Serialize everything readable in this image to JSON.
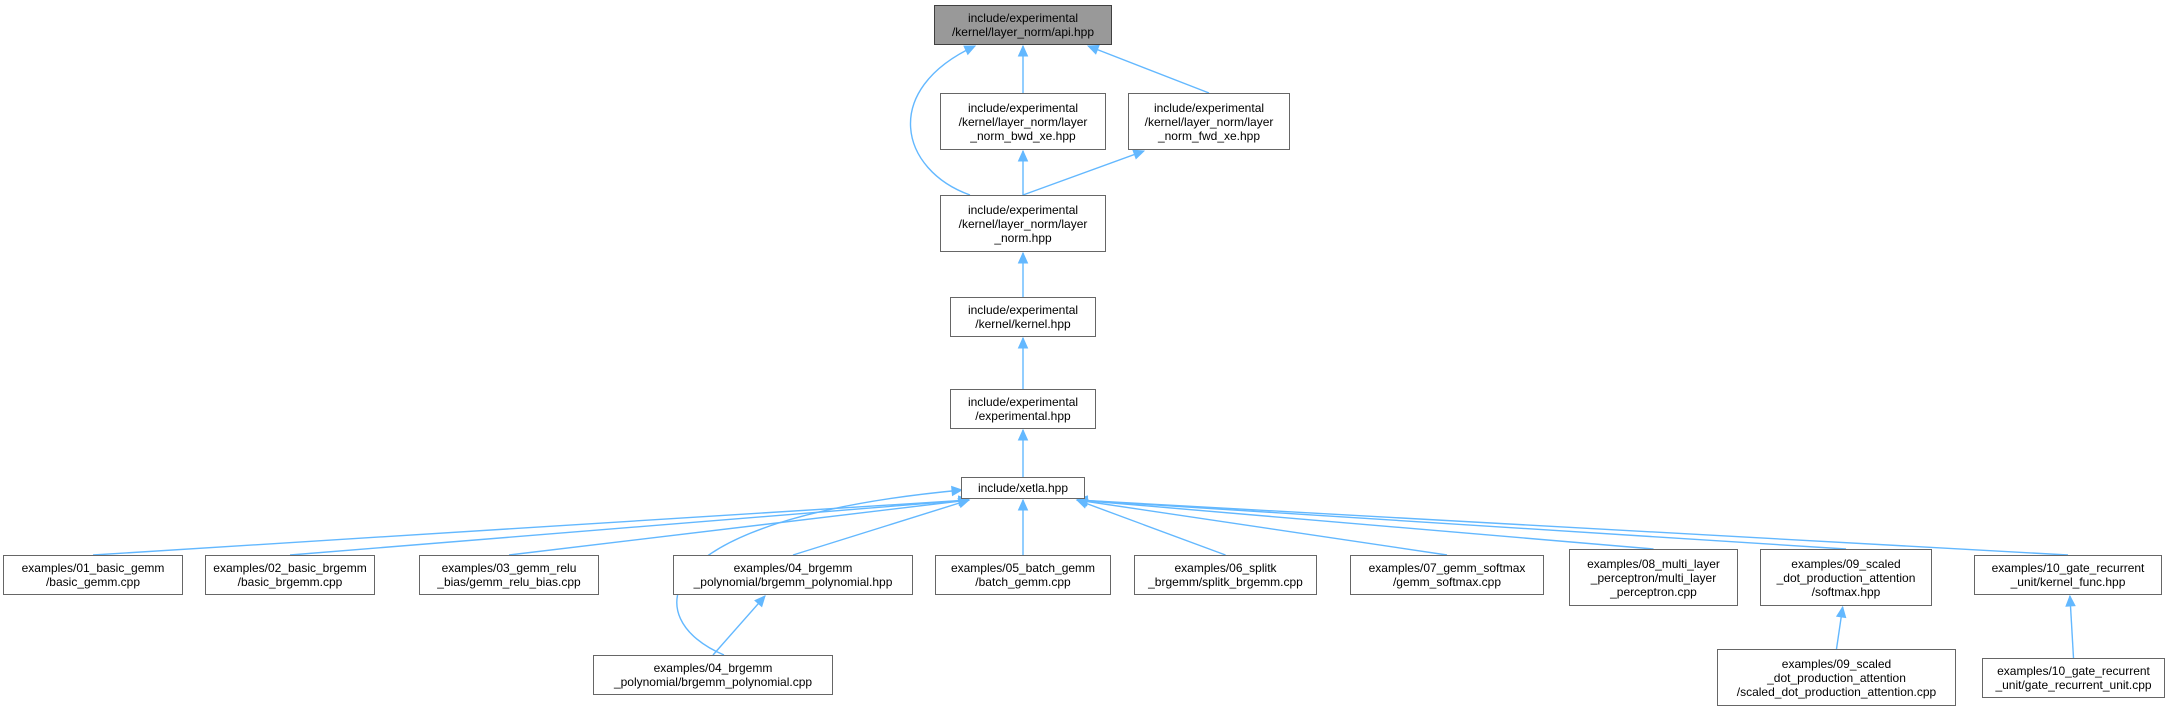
{
  "graph": {
    "colors": {
      "edge": "#63b8ff",
      "node_border": "#666666",
      "root_fill": "#999999"
    },
    "nodes": [
      {
        "id": "api",
        "lines": [
          "include/experimental",
          "/kernel/layer_norm/api.hpp"
        ],
        "root": true
      },
      {
        "id": "bwd",
        "lines": [
          "include/experimental",
          "/kernel/layer_norm/layer",
          "_norm_bwd_xe.hpp"
        ]
      },
      {
        "id": "fwd",
        "lines": [
          "include/experimental",
          "/kernel/layer_norm/layer",
          "_norm_fwd_xe.hpp"
        ]
      },
      {
        "id": "ln",
        "lines": [
          "include/experimental",
          "/kernel/layer_norm/layer",
          "_norm.hpp"
        ]
      },
      {
        "id": "kernel",
        "lines": [
          "include/experimental",
          "/kernel/kernel.hpp"
        ]
      },
      {
        "id": "exp",
        "lines": [
          "include/experimental",
          "/experimental.hpp"
        ]
      },
      {
        "id": "xetla",
        "lines": [
          "include/xetla.hpp"
        ]
      },
      {
        "id": "ex01",
        "lines": [
          "examples/01_basic_gemm",
          "/basic_gemm.cpp"
        ]
      },
      {
        "id": "ex02",
        "lines": [
          "examples/02_basic_brgemm",
          "/basic_brgemm.cpp"
        ]
      },
      {
        "id": "ex03",
        "lines": [
          "examples/03_gemm_relu",
          "_bias/gemm_relu_bias.cpp"
        ]
      },
      {
        "id": "ex04h",
        "lines": [
          "examples/04_brgemm",
          "_polynomial/brgemm_polynomial.hpp"
        ]
      },
      {
        "id": "ex05",
        "lines": [
          "examples/05_batch_gemm",
          "/batch_gemm.cpp"
        ]
      },
      {
        "id": "ex06",
        "lines": [
          "examples/06_splitk",
          "_brgemm/splitk_brgemm.cpp"
        ]
      },
      {
        "id": "ex07",
        "lines": [
          "examples/07_gemm_softmax",
          "/gemm_softmax.cpp"
        ]
      },
      {
        "id": "ex08",
        "lines": [
          "examples/08_multi_layer",
          "_perceptron/multi_layer",
          "_perceptron.cpp"
        ]
      },
      {
        "id": "ex09h",
        "lines": [
          "examples/09_scaled",
          "_dot_production_attention",
          "/softmax.hpp"
        ]
      },
      {
        "id": "ex10h",
        "lines": [
          "examples/10_gate_recurrent",
          "_unit/kernel_func.hpp"
        ]
      },
      {
        "id": "ex04c",
        "lines": [
          "examples/04_brgemm",
          "_polynomial/brgemm_polynomial.cpp"
        ]
      },
      {
        "id": "ex09c",
        "lines": [
          "examples/09_scaled",
          "_dot_production_attention",
          "/scaled_dot_production_attention.cpp"
        ]
      },
      {
        "id": "ex10c",
        "lines": [
          "examples/10_gate_recurrent",
          "_unit/gate_recurrent_unit.cpp"
        ]
      }
    ],
    "edges": [
      [
        "bwd",
        "api"
      ],
      [
        "fwd",
        "api"
      ],
      [
        "ln",
        "api"
      ],
      [
        "ln",
        "bwd"
      ],
      [
        "ln",
        "fwd"
      ],
      [
        "kernel",
        "ln"
      ],
      [
        "exp",
        "kernel"
      ],
      [
        "xetla",
        "exp"
      ],
      [
        "ex01",
        "xetla"
      ],
      [
        "ex02",
        "xetla"
      ],
      [
        "ex03",
        "xetla"
      ],
      [
        "ex04h",
        "xetla"
      ],
      [
        "ex04c",
        "xetla"
      ],
      [
        "ex05",
        "xetla"
      ],
      [
        "ex06",
        "xetla"
      ],
      [
        "ex07",
        "xetla"
      ],
      [
        "ex08",
        "xetla"
      ],
      [
        "ex09h",
        "xetla"
      ],
      [
        "ex10h",
        "xetla"
      ],
      [
        "ex04c",
        "ex04h"
      ],
      [
        "ex09c",
        "ex09h"
      ],
      [
        "ex10c",
        "ex10h"
      ]
    ]
  }
}
